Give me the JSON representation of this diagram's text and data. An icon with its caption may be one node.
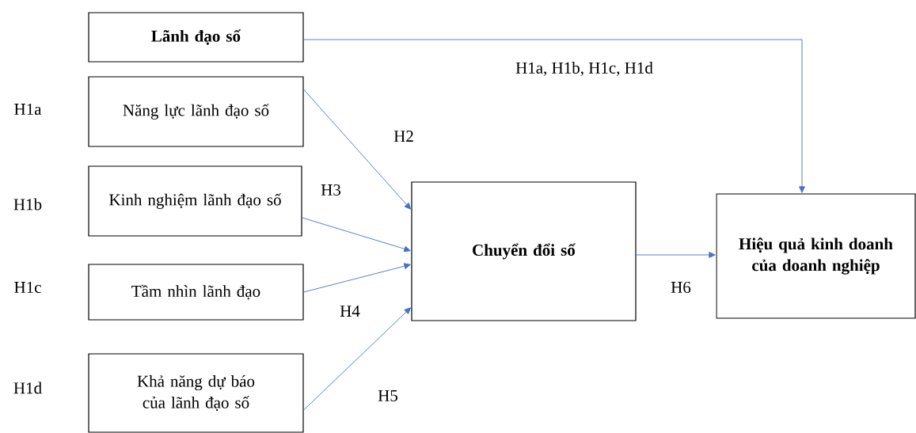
{
  "diagram": {
    "nodes": [
      {
        "text": [
          "**Lãnh đạo số**"
        ]
      },
      {
        "text": [
          "Năng lực lãnh đạo số"
        ],
        "beside": [
          "H1a"
        ]
      },
      {
        "text": [
          "Kinh nghiệm lãnh đạo số"
        ],
        "beside": [
          "H1b"
        ]
      },
      {
        "text": [
          "Tầm nhìn lãnh đạo"
        ],
        "beside": [
          "H1c"
        ]
      },
      {
        "text": [
          "Khả năng dự báo của lãnh đạo số"
        ],
        "beside": [
          "H1d"
        ]
      },
      {
        "text": [
          "**Chuyển đổi số**"
        ]
      },
      {
        "text": [
          "**Hiệu quả kinh doanh của doanh nghiệp**"
        ]
      }
    ],
    "edges": [
      {
        "from": 0,
        "to": 6,
        "arrow": "to",
        "label": "H1a, H1b, H1c, H1d"
      },
      {
        "from": 1,
        "to": 5,
        "arrow": "to",
        "label": "H2"
      },
      {
        "from": 2,
        "to": 5,
        "arrow": "to",
        "label": "H3"
      },
      {
        "from": 3,
        "to": 5,
        "arrow": "to",
        "label": "H4"
      },
      {
        "from": 4,
        "to": 5,
        "arrow": "to",
        "label": "H5"
      },
      {
        "from": 5,
        "to": 6,
        "arrow": "to",
        "label": "H6"
      }
    ]
  }
}
